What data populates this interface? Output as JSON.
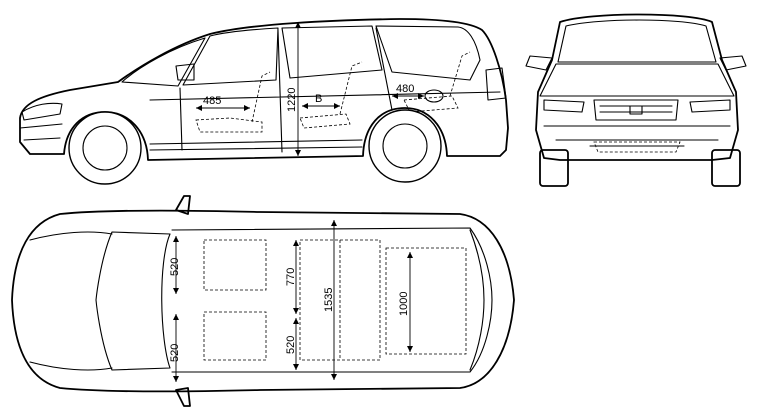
{
  "side_view": {
    "dimensions": {
      "legroom_front": "485",
      "interior_height": "1220",
      "legroom_second": "B",
      "legroom_third": "480"
    }
  },
  "top_view": {
    "dimensions": {
      "seat_width_upper": "520",
      "seat_width_lower": "520",
      "shoulder_half_upper": "770",
      "shoulder_half_lower": "520",
      "interior_width": "1535",
      "cargo_width": "1000"
    }
  }
}
